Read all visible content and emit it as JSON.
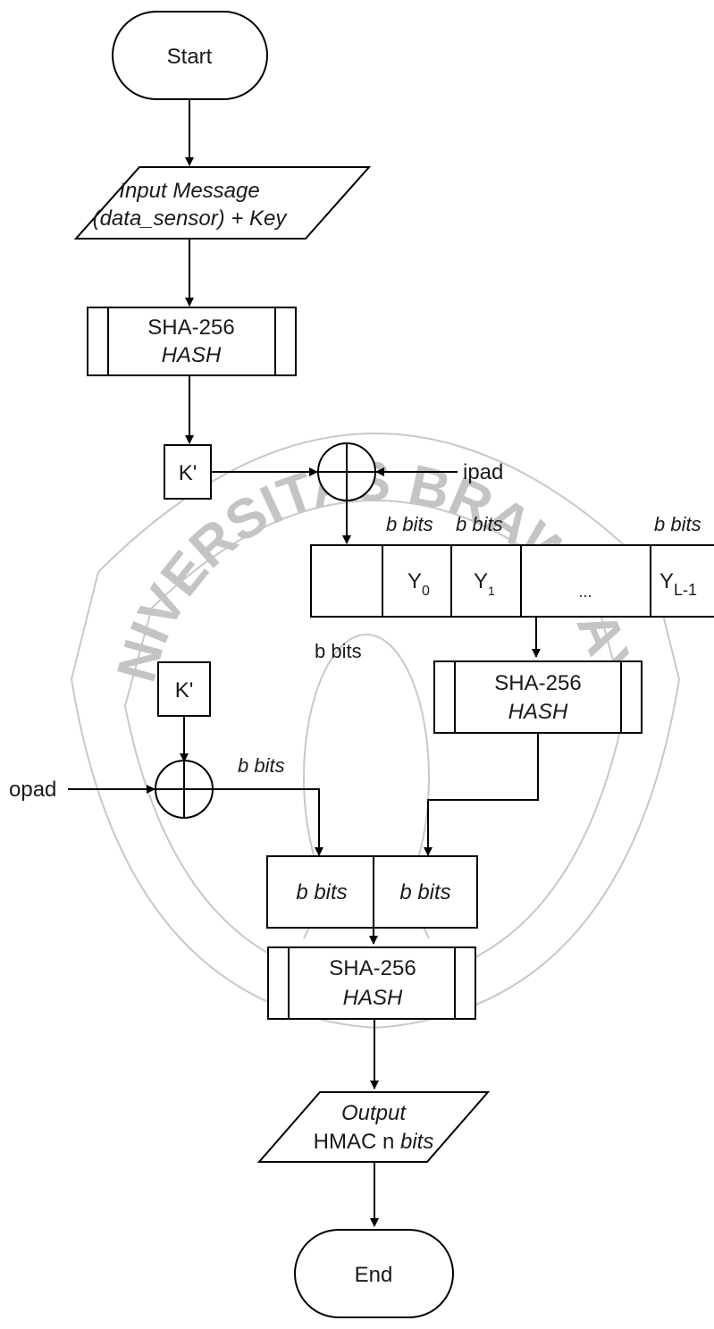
{
  "watermark": {
    "text": "UNIVERSITAS BRAWIJAYA"
  },
  "nodes": {
    "start": "Start",
    "input": {
      "line1": "Input Message",
      "line2": "(data_sensor) + Key"
    },
    "sha1": {
      "line1": "SHA-256",
      "line2": "HASH"
    },
    "k1": "K'",
    "ipad": "ipad",
    "block": {
      "y0": "Y",
      "y0_sub": "0",
      "y1": "Y",
      "y1_sub": "1",
      "dots": "...",
      "yl": "Y",
      "yl_sub": "L-1",
      "hdr1": "b bits",
      "hdr2": "b bits",
      "hdr3": "b bits"
    },
    "bbits_mid": "b bits",
    "sha2": {
      "line1": "SHA-256",
      "line2": "HASH"
    },
    "k2": "K'",
    "opad": "opad",
    "bbits_left": "b bits",
    "concat": {
      "left": "b bits",
      "right": "b bits"
    },
    "sha3": {
      "line1": "SHA-256",
      "line2": "HASH"
    },
    "output": {
      "line1": "Output",
      "line2a": "HMAC n ",
      "line2b": "bits"
    },
    "end": "End"
  }
}
